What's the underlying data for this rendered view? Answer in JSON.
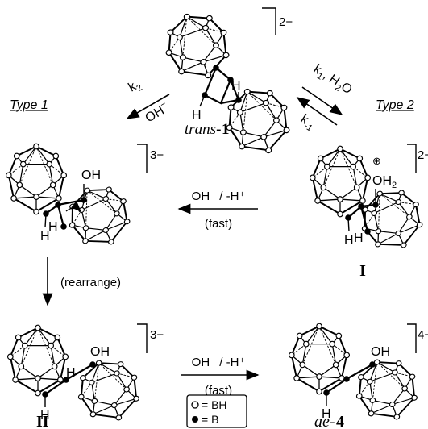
{
  "compounds": {
    "trans1": {
      "charge": "2−",
      "label_prefix": "trans-",
      "label_num": "1",
      "h_left": "H",
      "h_right": "H"
    },
    "inter3": {
      "charge": "3−",
      "oh": "OH",
      "h_left": "H",
      "h_mid": "H"
    },
    "cationI": {
      "charge": "2−",
      "plus": "⊕",
      "oh2": "OH",
      "oh2_sub": "2",
      "h_left": "H",
      "h_mid": "H",
      "label": "I"
    },
    "II": {
      "charge": "3−",
      "h_mid": "H",
      "oh": "OH",
      "h_left": "H",
      "label": "II"
    },
    "ae4": {
      "charge": "4−",
      "oh": "OH",
      "h_left": "H",
      "label_prefix": "ae-",
      "label_num": "4"
    }
  },
  "labels": {
    "type1": "Type 1",
    "type2": "Type 2"
  },
  "arrows": {
    "k2": {
      "k": "k",
      "sub": "2",
      "reagent": "OH",
      "reagent_sup": "−"
    },
    "k1": {
      "k": "k",
      "sub": "1",
      "sep": ", H",
      "h2o_sub": "2",
      "o": "O"
    },
    "kminus1": {
      "k": "k",
      "sub": "-1"
    },
    "mid_reagent": "OH⁻ / -H⁺",
    "mid_note": "(fast)",
    "rearrange": "(rearrange)",
    "bottom_reagent": "OH⁻ / -H⁺",
    "bottom_note": "(fast)"
  },
  "legend": {
    "bh": "= BH",
    "b": "= B"
  }
}
